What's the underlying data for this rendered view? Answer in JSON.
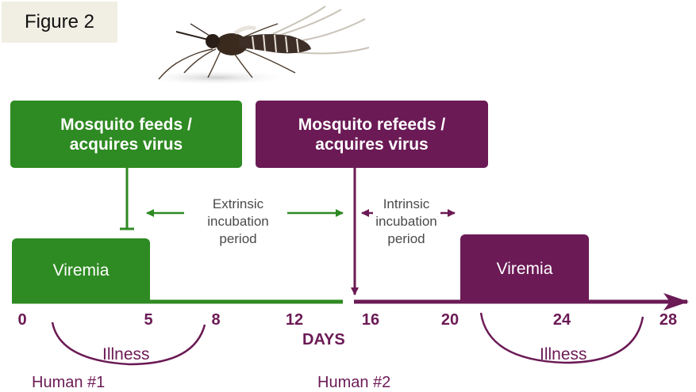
{
  "figure_label": "Figure 2",
  "boxes": {
    "feed": "Mosquito feeds /\nacquires virus",
    "refeed": "Mosquito refeeds /\nacquires virus"
  },
  "viremia": {
    "human1": "Viremia",
    "human2": "Viremia"
  },
  "periods": {
    "extrinsic": "Extrinsic\nincubation\nperiod",
    "intrinsic": "Intrinsic\nincubation\nperiod"
  },
  "axis": {
    "label": "DAYS",
    "ticks": [
      "0",
      "5",
      "8",
      "12",
      "16",
      "20",
      "24",
      "28"
    ]
  },
  "illness": {
    "human1": "Illness",
    "human2": "Illness"
  },
  "humans": {
    "first": "Human #1",
    "second": "Human #2"
  },
  "illustration": "mosquito-illustration",
  "colors": {
    "green": "#2e8a22",
    "purple": "#6b1a55",
    "label_bg": "#f1efe4",
    "caption": "#4a4a4a"
  }
}
